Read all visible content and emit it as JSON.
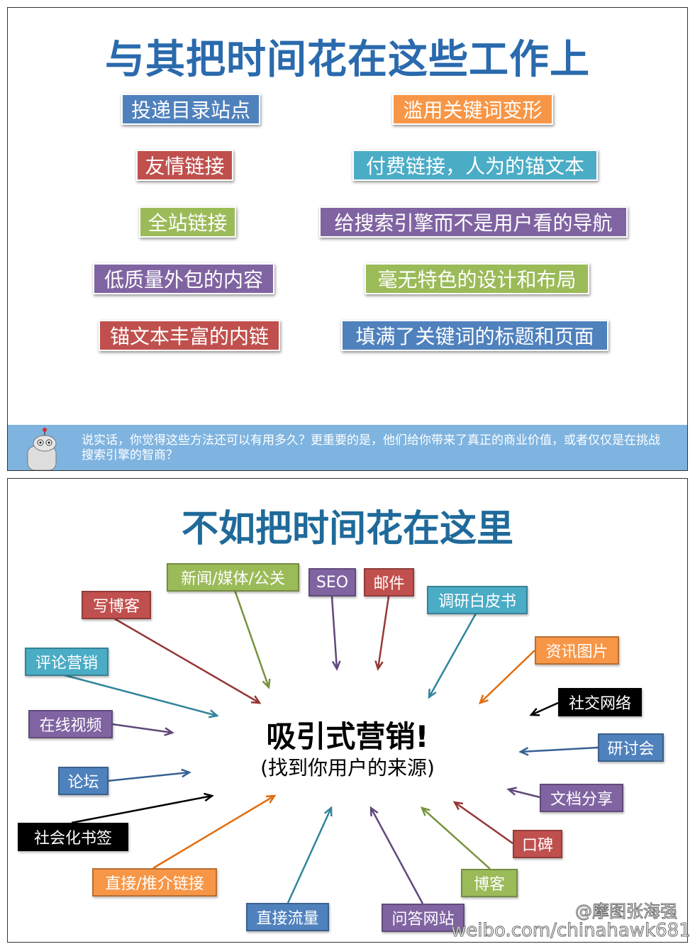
{
  "top": {
    "title": "与其把时间花在这些工作上",
    "items": [
      {
        "label": "投递目录站点",
        "color": "#4f81bd"
      },
      {
        "label": "滥用关键词变形",
        "color": "#f79646"
      },
      {
        "label": "友情链接",
        "color": "#c0504d"
      },
      {
        "label": "付费链接，人为的锚文本",
        "color": "#4bacc6"
      },
      {
        "label": "全站链接",
        "color": "#9bbb59"
      },
      {
        "label": "给搜索引擎而不是用户看的导航",
        "color": "#8064a2"
      },
      {
        "label": "低质量外包的内容",
        "color": "#8064a2"
      },
      {
        "label": "毫无特色的设计和布局",
        "color": "#9bbb59"
      },
      {
        "label": "锚文本丰富的内链",
        "color": "#c0504d"
      },
      {
        "label": "填满了关键词的标题和页面",
        "color": "#4f81bd"
      }
    ],
    "banner_text": "说实话，你觉得这些方法还可以有用多久？更重要的是，他们给你带来了真正的商业价值，或者仅仅是在挑战搜索引擎的智商？"
  },
  "bottom": {
    "title": "不如把时间花在这里",
    "center_title": "吸引式营销!",
    "center_subtitle": "(找到你用户的来源)",
    "items": [
      {
        "label": "新闻/媒体/公关",
        "color": "#9bbb59"
      },
      {
        "label": "SEO",
        "color": "#8064a2"
      },
      {
        "label": "邮件",
        "color": "#c0504d"
      },
      {
        "label": "写博客",
        "color": "#c0504d"
      },
      {
        "label": "调研白皮书",
        "color": "#4bacc6"
      },
      {
        "label": "评论营销",
        "color": "#4bacc6"
      },
      {
        "label": "资讯图片",
        "color": "#f79646"
      },
      {
        "label": "社交网络",
        "color": "#000000"
      },
      {
        "label": "在线视频",
        "color": "#8064a2"
      },
      {
        "label": "研讨会",
        "color": "#4f81bd"
      },
      {
        "label": "论坛",
        "color": "#4f81bd"
      },
      {
        "label": "文档分享",
        "color": "#8064a2"
      },
      {
        "label": "社会化书签",
        "color": "#000000"
      },
      {
        "label": "口碑",
        "color": "#c0504d"
      },
      {
        "label": "直接/推介链接",
        "color": "#f79646"
      },
      {
        "label": "博客",
        "color": "#9bbb59"
      },
      {
        "label": "直接流量",
        "color": "#4f81bd"
      },
      {
        "label": "问答网站",
        "color": "#8064a2"
      }
    ]
  },
  "watermark": {
    "handle": "@摩图张海强",
    "url": "weibo.com/chinahawk681"
  }
}
